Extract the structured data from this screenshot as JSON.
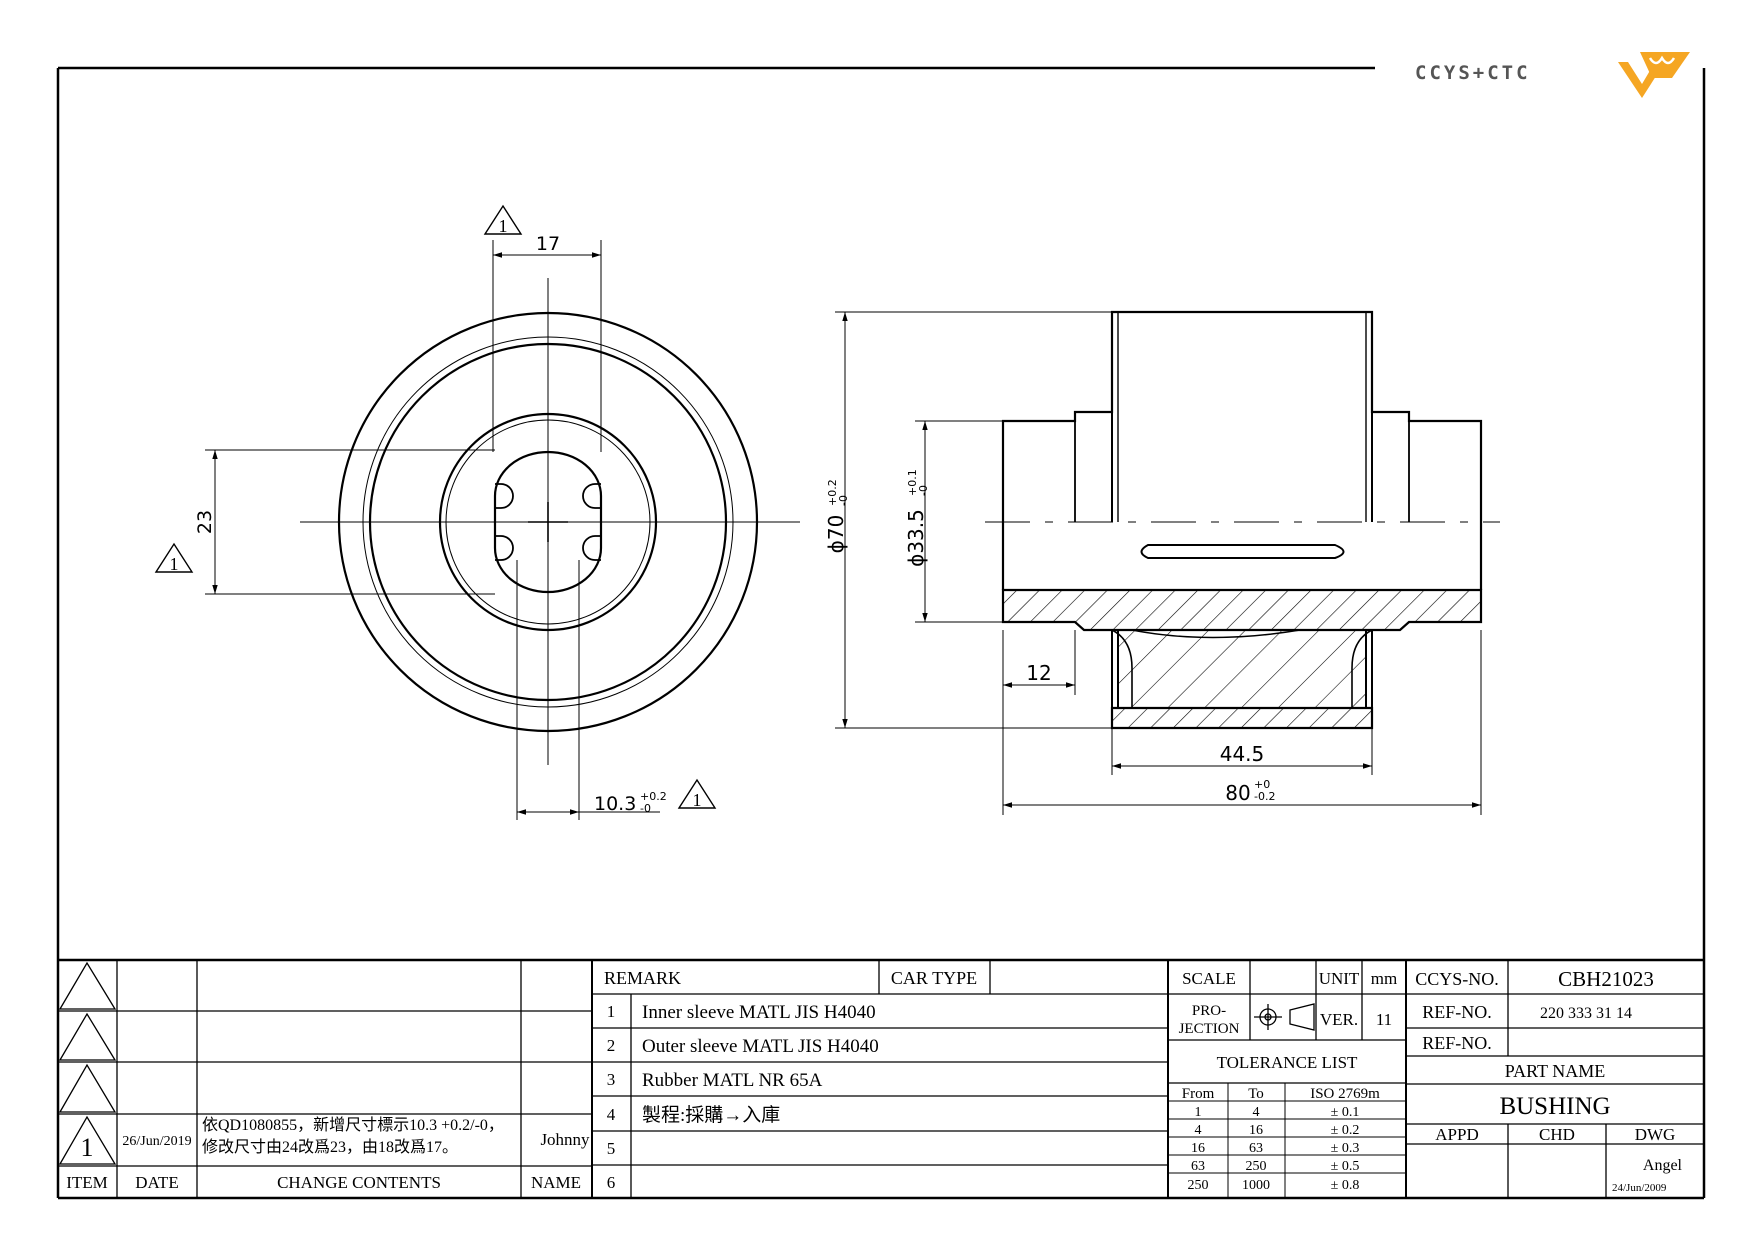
{
  "logo": {
    "text": "CCYS+CTC",
    "mark_color": "#f5a623"
  },
  "front_view": {
    "dim_17": "17",
    "dim_23": "23",
    "dim_10_3": "10.3",
    "dim_10_3_tol_upper": "+0.2",
    "dim_10_3_tol_lower": "-0",
    "revision_mark": "1"
  },
  "section_view": {
    "dim_70": "ϕ70",
    "dim_70_tol_upper": "+0.2",
    "dim_70_tol_lower": "-0",
    "dim_33_5": "ϕ33.5",
    "dim_33_5_tol_upper": "+0.1",
    "dim_33_5_tol_lower": "-0",
    "dim_12": "12",
    "dim_44_5": "44.5",
    "dim_80": "80",
    "dim_80_tol_upper": "+0",
    "dim_80_tol_lower": "-0.2"
  },
  "revision_table": {
    "rows": [
      {
        "item": "",
        "date": "",
        "contents": "",
        "name": ""
      },
      {
        "item": "",
        "date": "",
        "contents": "",
        "name": ""
      },
      {
        "item": "",
        "date": "",
        "contents": "",
        "name": ""
      },
      {
        "item": "1",
        "date": "26/Jun/2019",
        "contents_line1": "依QD1080855，新增尺寸標示10.3 +0.2/-0，",
        "contents_line2": "修改尺寸由24改爲23，由18改爲17。",
        "name": "Johnny"
      }
    ],
    "headers": {
      "item": "ITEM",
      "date": "DATE",
      "contents": "CHANGE CONTENTS",
      "name": "NAME"
    }
  },
  "remarks": {
    "header": "REMARK",
    "car_type_label": "CAR TYPE",
    "car_type_value": "",
    "items": [
      {
        "no": "1",
        "text": "Inner sleeve MATL JIS H4040"
      },
      {
        "no": "2",
        "text": "Outer sleeve MATL JIS H4040"
      },
      {
        "no": "3",
        "text": "Rubber MATL NR 65A"
      },
      {
        "no": "4",
        "text": "製程:採購→入庫"
      },
      {
        "no": "5",
        "text": ""
      },
      {
        "no": "6",
        "text": ""
      }
    ]
  },
  "title_block": {
    "scale_label": "SCALE",
    "scale_value": "",
    "unit_label": "UNIT",
    "unit_value": "mm",
    "projection_label_1": "PRO-",
    "projection_label_2": "JECTION",
    "ver_label": "VER.",
    "ver_value": "11",
    "tolerance_title": "TOLERANCE LIST",
    "tolerance_headers": {
      "from": "From",
      "to": "To",
      "iso": "ISO 2769m"
    },
    "tolerance_rows": [
      {
        "from": "1",
        "to": "4",
        "tol": "± 0.1"
      },
      {
        "from": "4",
        "to": "16",
        "tol": "± 0.2"
      },
      {
        "from": "16",
        "to": "63",
        "tol": "± 0.3"
      },
      {
        "from": "63",
        "to": "250",
        "tol": "± 0.5"
      },
      {
        "from": "250",
        "to": "1000",
        "tol": "± 0.8"
      }
    ],
    "ccys_no_label": "CCYS-NO.",
    "ccys_no_value": "CBH21023",
    "ref_no_label": "REF-NO.",
    "ref_no_value": "220 333 31 14",
    "ref_no2_label": "REF-NO.",
    "ref_no2_value": "",
    "part_name_label": "PART NAME",
    "part_name_value": "BUSHING",
    "appd_label": "APPD",
    "chd_label": "CHD",
    "dwg_label": "DWG",
    "dwg_name": "Angel",
    "dwg_date": "24/Jun/2009"
  }
}
